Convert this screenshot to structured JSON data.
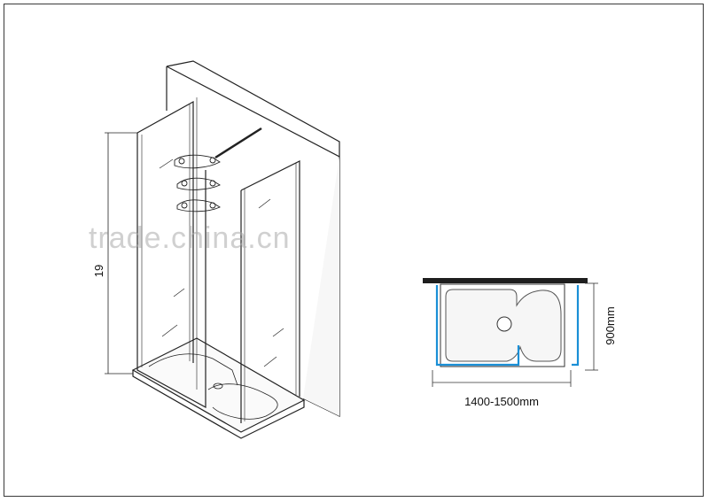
{
  "side_view": {
    "height_label": "19"
  },
  "plan_view": {
    "width_label": "1400-1500mm",
    "depth_label": "900mm",
    "glass_color": "#1a8fd6",
    "wall_color": "#1e1e1e"
  },
  "watermark": {
    "text": "trade.china.cn"
  }
}
